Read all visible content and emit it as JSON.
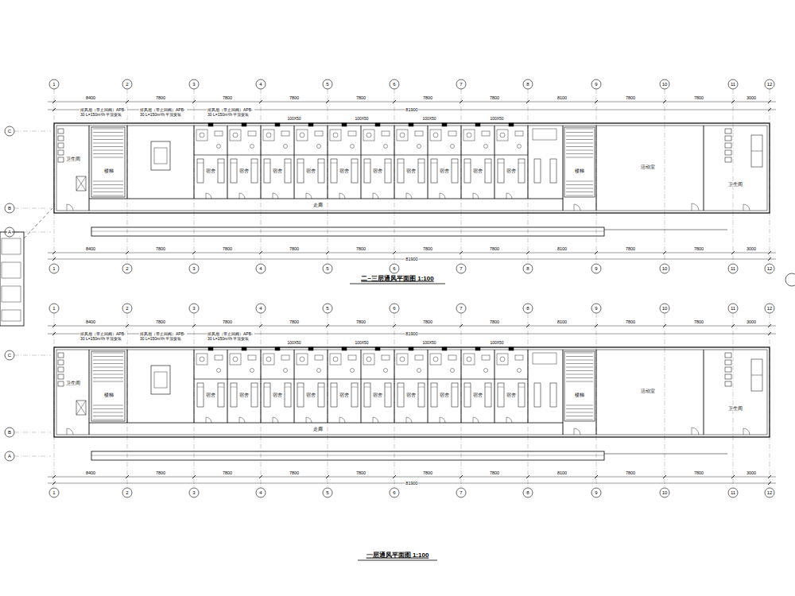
{
  "diagram": {
    "labels": [
      "1",
      "2",
      "3",
      "4",
      "5",
      "6",
      "7",
      "8",
      "9",
      "10",
      "11",
      "12",
      "1",
      "2",
      "3",
      "4",
      "5",
      "6",
      "7",
      "8",
      "9",
      "10",
      "11",
      "12",
      "8400",
      "7800",
      "7800",
      "7800",
      "7800",
      "7800",
      "7800",
      "8100",
      "7800",
      "7800",
      "3000",
      "81900",
      "8400",
      "7800",
      "7800",
      "7800",
      "7800",
      "7800",
      "7800",
      "8100",
      "7800",
      "7800",
      "3000",
      "81900",
      "C",
      "B",
      "A",
      "宿舍",
      "宿舍",
      "宿舍",
      "宿舍",
      "宿舍",
      "宿舍",
      "宿舍",
      "宿舍",
      "宿舍",
      "宿舍",
      "楼梯",
      "楼梯",
      "活动室",
      "卫生间",
      "卫生间",
      "走廊",
      "排风扇（带止回阀）APB-30 L=150m³/h 平顶安装",
      "排风扇（带止回阀）APB-30 L=150m³/h 平顶安装",
      "排风扇（带止回阀）APB-30 L=150m³/h 平顶安装",
      "100X50",
      "100X50",
      "100X50",
      "100X50",
      "二~三层通风平面图 1:100",
      "1",
      "2",
      "3",
      "4",
      "5",
      "6",
      "7",
      "8",
      "9",
      "10",
      "11",
      "12",
      "1",
      "2",
      "3",
      "4",
      "5",
      "6",
      "7",
      "8",
      "9",
      "10",
      "11",
      "12",
      "8400",
      "7800",
      "7800",
      "7800",
      "7800",
      "7800",
      "7800",
      "8100",
      "7800",
      "7800",
      "3000",
      "81900",
      "8400",
      "7800",
      "7800",
      "7800",
      "7800",
      "7800",
      "7800",
      "8100",
      "7800",
      "7800",
      "3000",
      "81900",
      "C",
      "B",
      "A",
      "宿舍",
      "宿舍",
      "宿舍",
      "宿舍",
      "宿舍",
      "宿舍",
      "宿舍",
      "宿舍",
      "宿舍",
      "宿舍",
      "楼梯",
      "楼梯",
      "活动室",
      "卫生间",
      "卫生间",
      "走廊",
      "排风扇（带止回阀）APB-30 L=150m³/h 平顶安装",
      "排风扇（带止回阀）APB-30 L=150m³/h 平顶安装",
      "排风扇（带止回阀）APB-30 L=150m³/h 平顶安装",
      "100X50",
      "100X50",
      "100X50",
      "100X50",
      "一层通风平面图 1:100"
    ]
  }
}
